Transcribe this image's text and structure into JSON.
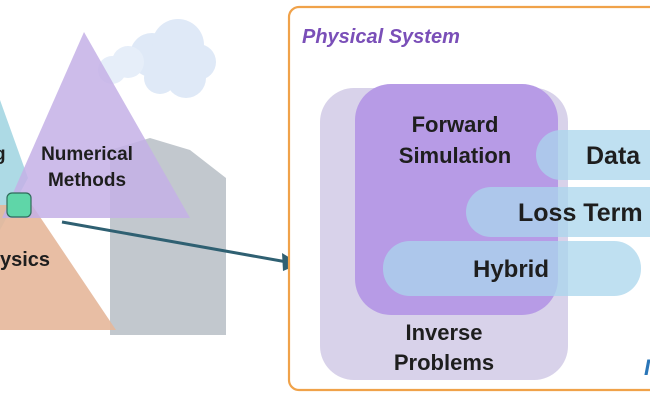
{
  "left_scene": {
    "numerical_methods_line1": "Numerical",
    "numerical_methods_line2": "Methods",
    "physics_label": "ysics",
    "partial_left_label": "g"
  },
  "physical_system": {
    "title": "Physical System",
    "forward_line1": "Forward",
    "forward_line2": "Simulation",
    "inverse_line1": "Inverse",
    "inverse_line2": "Problems",
    "data_label": "Data",
    "loss_term_label": "Loss Term",
    "hybrid_label": "Hybrid",
    "partial_corner_label": "I"
  },
  "colors": {
    "frame_orange": "#f0a24a",
    "title_purple": "#7a4fb8",
    "forward_purple": "#b79be6",
    "inverse_lavender": "#d8d2ea",
    "band_blue": "#a9d6ec",
    "arrow_teal": "#2f6072",
    "mountain_purple": "#c4b0e6",
    "mountain_grey": "#b7bec6",
    "mountain_peach": "#e6b79a",
    "node_green": "#5fd6a8"
  }
}
